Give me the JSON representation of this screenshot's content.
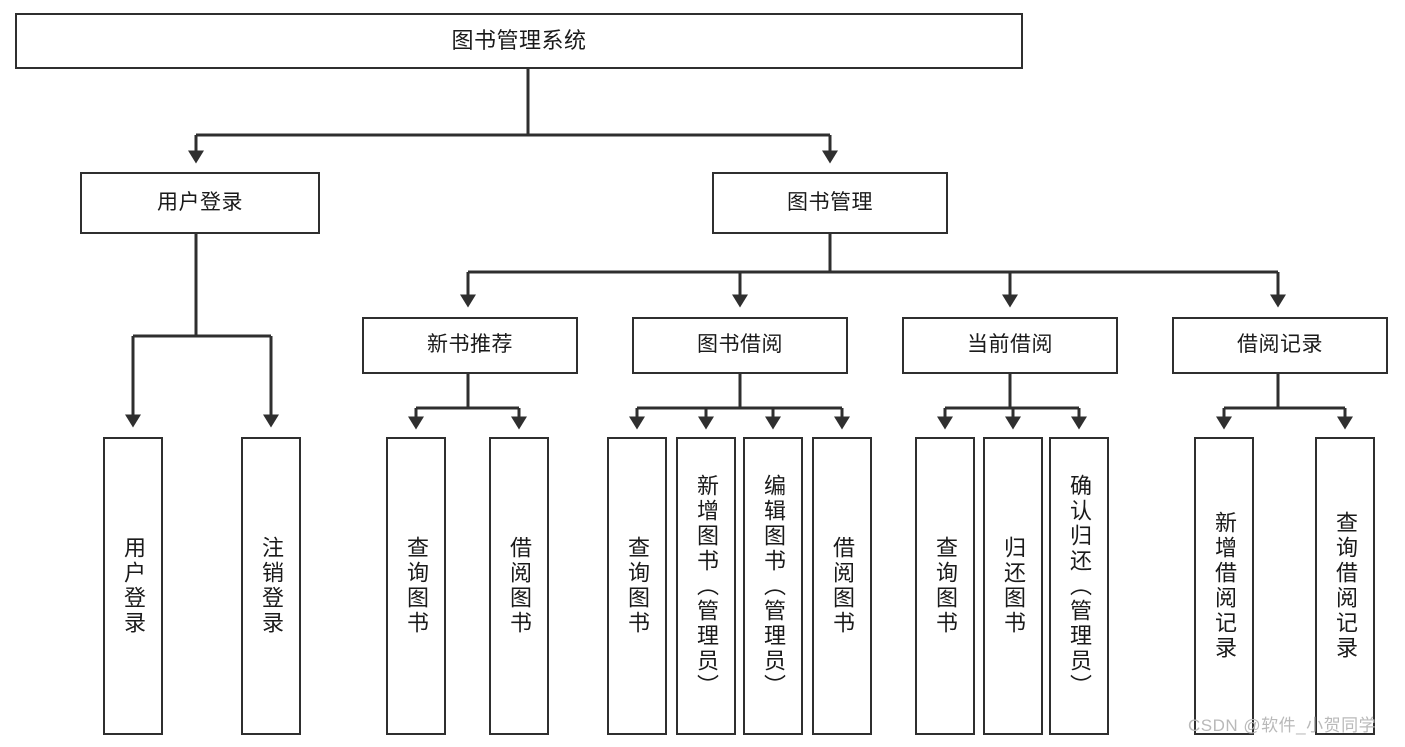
{
  "diagram": {
    "title": "图书管理系统",
    "type": "hierarchy-tree",
    "watermark": "CSDN @软件_小贺同学",
    "colors": {
      "box_border": "#2f2f2f",
      "box_fill": "#ffffff",
      "connector": "#2f2f2f",
      "text": "#1a1a1a",
      "watermark": "#b9b9b9"
    },
    "levels": {
      "root": {
        "label": "图书管理系统"
      },
      "level1": [
        {
          "label": "用户登录"
        },
        {
          "label": "图书管理"
        }
      ],
      "level2": [
        {
          "label": "新书推荐"
        },
        {
          "label": "图书借阅"
        },
        {
          "label": "当前借阅"
        },
        {
          "label": "借阅记录"
        }
      ],
      "leaves": {
        "user_login": [
          {
            "label": "用户登录"
          },
          {
            "label": "注销登录"
          }
        ],
        "new_book_recommend": [
          {
            "label": "查询图书"
          },
          {
            "label": "借阅图书"
          }
        ],
        "book_borrow": [
          {
            "label": "查询图书"
          },
          {
            "label": "新增图书（管理员）"
          },
          {
            "label": "编辑图书（管理员）"
          },
          {
            "label": "借阅图书"
          }
        ],
        "current_borrow": [
          {
            "label": "查询图书"
          },
          {
            "label": "归还图书"
          },
          {
            "label": "确认归还（管理员）"
          }
        ],
        "borrow_record": [
          {
            "label": "新增借阅记录"
          },
          {
            "label": "查询借阅记录"
          }
        ]
      }
    }
  }
}
